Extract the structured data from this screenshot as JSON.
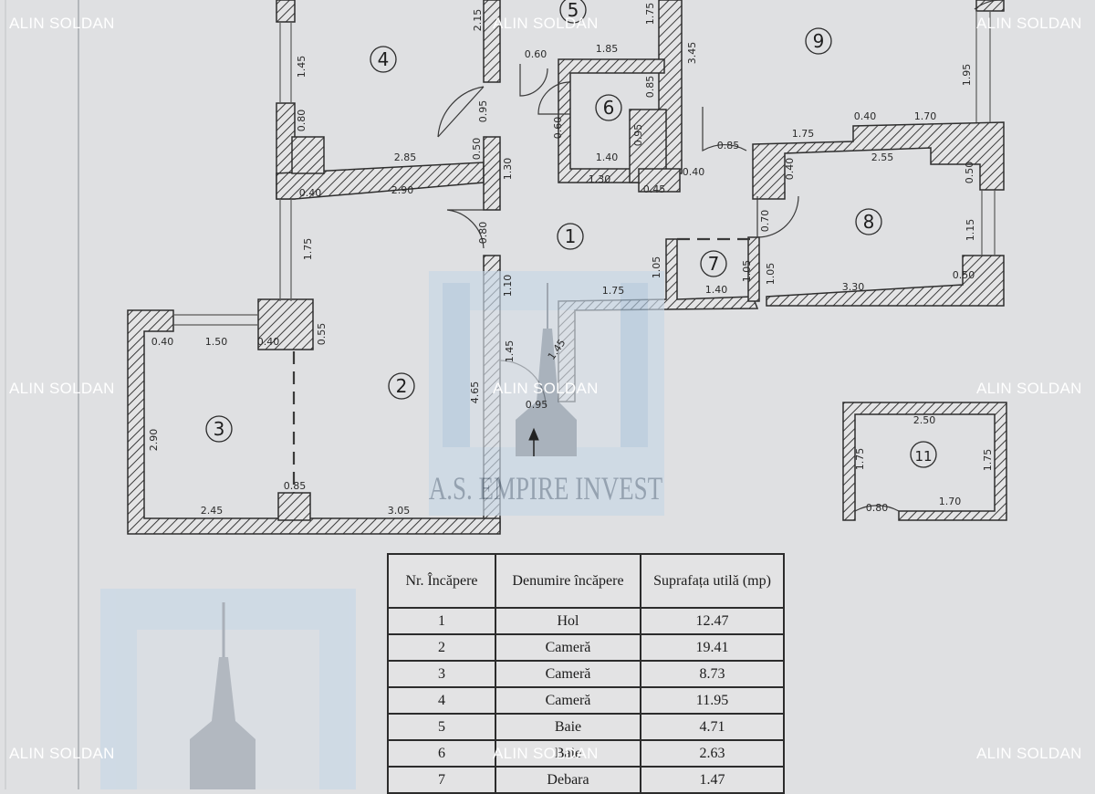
{
  "watermark": {
    "text": "ALIN SOLDAN"
  },
  "logo": {
    "text": "A.S. EMPIRE INVEST"
  },
  "rooms": [
    {
      "id": "room-1",
      "label": "1"
    },
    {
      "id": "room-2",
      "label": "2"
    },
    {
      "id": "room-3",
      "label": "3"
    },
    {
      "id": "room-4",
      "label": "4"
    },
    {
      "id": "room-5",
      "label": "5"
    },
    {
      "id": "room-6",
      "label": "6"
    },
    {
      "id": "room-7",
      "label": "7"
    },
    {
      "id": "room-8",
      "label": "8"
    },
    {
      "id": "room-9",
      "label": "9"
    },
    {
      "id": "room-11",
      "label": "11"
    }
  ],
  "dimensions": [
    "2.15",
    "1.75",
    "0.60",
    "1.85",
    "3.45",
    "1.45",
    "0.80",
    "0.95",
    "0.60",
    "0.85",
    "0.95",
    "1.40",
    "1.30",
    "0.45",
    "0.40",
    "0.85",
    "1.75",
    "0.40",
    "1.70",
    "2.55",
    "0.40",
    "0.50",
    "1.95",
    "2.85",
    "0.50",
    "1.30",
    "0.40",
    "2.90",
    "0.80",
    "1.75",
    "1.10",
    "1.05",
    "1.05",
    "1.05",
    "0.70",
    "1.15",
    "0.50",
    "1.75",
    "1.40",
    "3.30",
    "0.40",
    "1.50",
    "0.40",
    "0.55",
    "2.90",
    "1.45",
    "1.45",
    "4.65",
    "0.95",
    "2.45",
    "0.85",
    "3.05",
    "2.50",
    "1.75",
    "1.75",
    "0.80",
    "1.70"
  ],
  "table": {
    "headers": [
      "Nr. Încăpere",
      "Denumire încăpere",
      "Suprafața utilă (mp)"
    ],
    "rows": [
      [
        "1",
        "Hol",
        "12.47"
      ],
      [
        "2",
        "Cameră",
        "19.41"
      ],
      [
        "3",
        "Cameră",
        "8.73"
      ],
      [
        "4",
        "Cameră",
        "11.95"
      ],
      [
        "5",
        "Baie",
        "4.71"
      ],
      [
        "6",
        "Baie",
        "2.63"
      ],
      [
        "7",
        "Debara",
        "1.47"
      ]
    ]
  }
}
